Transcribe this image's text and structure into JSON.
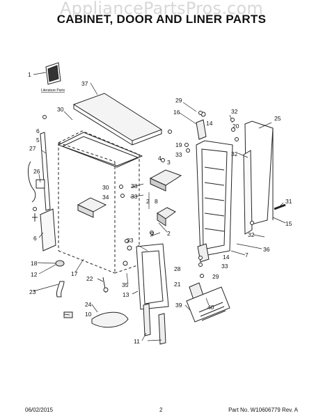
{
  "watermark": "AppliancePartsPros.com",
  "title": "CABINET, DOOR AND LINER PARTS",
  "literature_label": "Literature Parts",
  "callouts": [
    "1",
    "37",
    "30",
    "29",
    "16",
    "32",
    "6",
    "5",
    "14",
    "20",
    "25",
    "19",
    "27",
    "33",
    "32",
    "4",
    "3",
    "26",
    "38",
    "33",
    "30",
    "34",
    "2",
    "8",
    "31",
    "6",
    "9",
    "32",
    "15",
    "36",
    "18",
    "33",
    "2",
    "14",
    "28",
    "33",
    "7",
    "12",
    "17",
    "22",
    "35",
    "29",
    "21",
    "13",
    "23",
    "10",
    "39",
    "40",
    "24",
    "11"
  ],
  "footer": {
    "date": "06/02/2015",
    "page": "2",
    "part": "Part No.  W10606779  Rev. A"
  }
}
